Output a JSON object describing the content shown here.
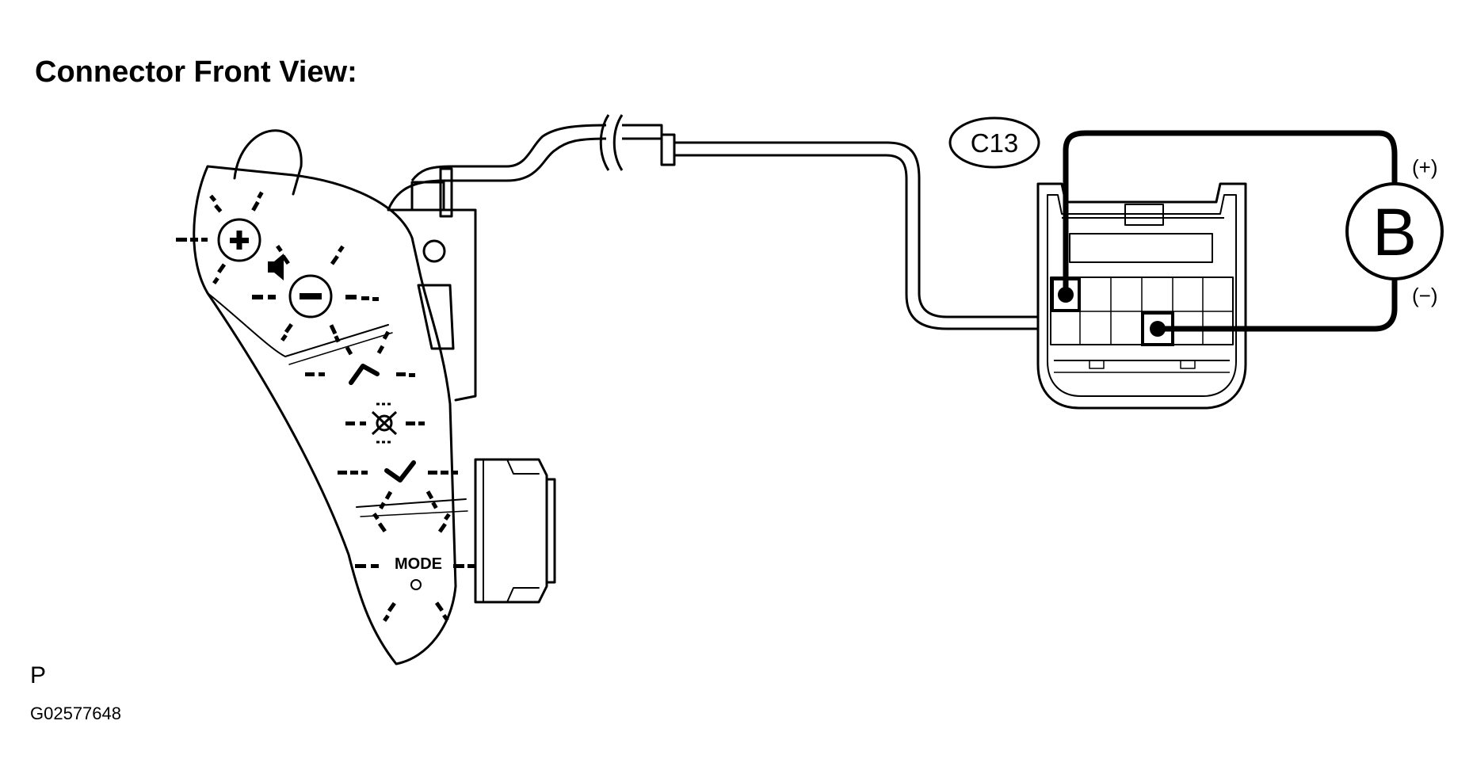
{
  "title": "Connector Front View:",
  "connector_label": "C13",
  "meter_label": "B",
  "plus_terminal": "(+)",
  "minus_terminal": "(−)",
  "mode_label": "MODE",
  "footer_letter": "P",
  "figure_id": "G02577648",
  "icons": [
    "plus-button-icon",
    "speaker-icon",
    "minus-button-icon",
    "up-chevron-icon",
    "voice-icon",
    "down-chevron-icon",
    "mode-button-icon"
  ]
}
